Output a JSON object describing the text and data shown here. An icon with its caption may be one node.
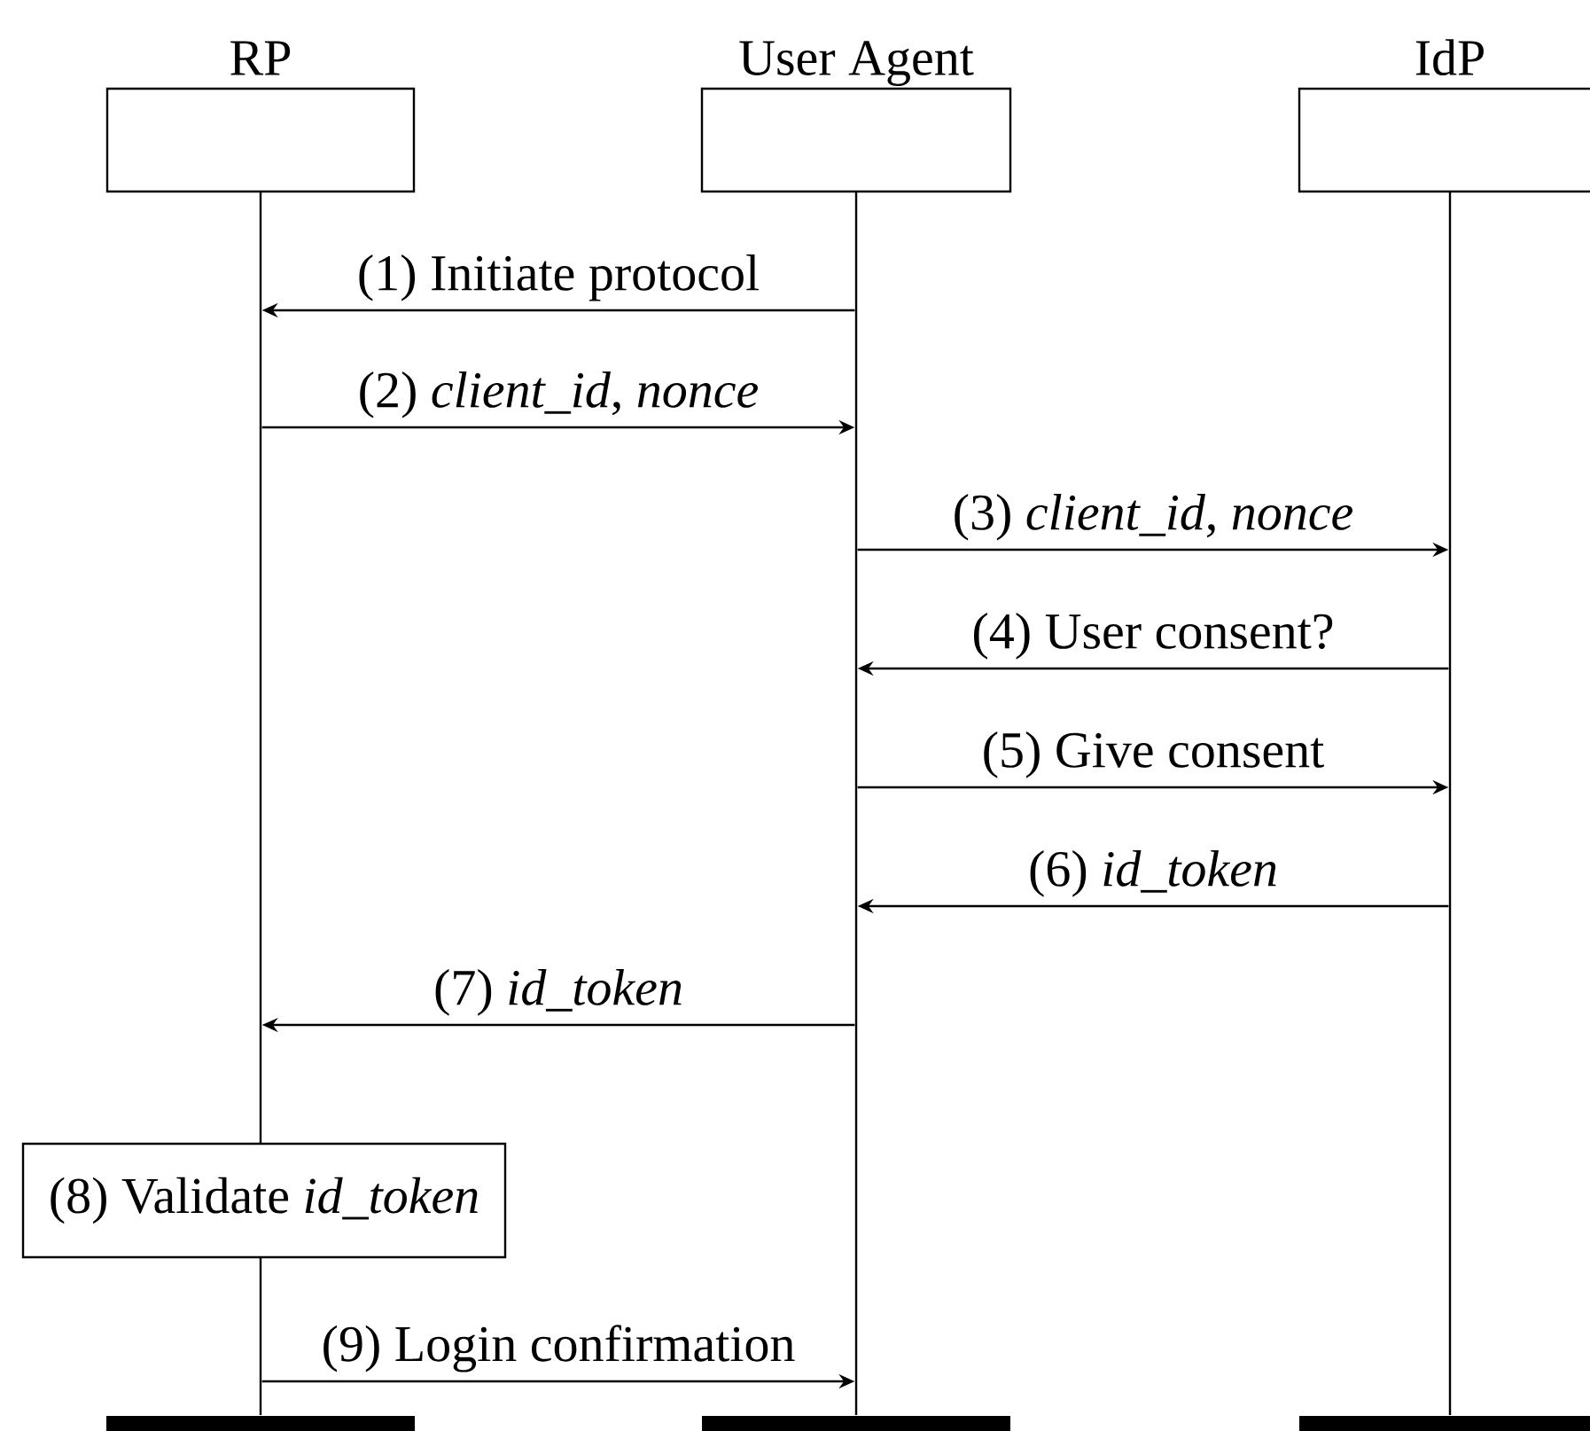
{
  "diagram": {
    "nodes": [
      {
        "text": [
          "RP"
        ]
      },
      {
        "text": [
          "User Agent"
        ]
      },
      {
        "text": [
          "IdP"
        ]
      },
      {
        "text": [],
        "shape": "line"
      },
      {
        "text": [],
        "shape": "line"
      },
      {
        "text": [],
        "shape": "line"
      },
      {
        "text": [
          "(8) Validate *id_token*"
        ]
      },
      {
        "text": [],
        "shape": "bar"
      },
      {
        "text": [],
        "shape": "bar"
      },
      {
        "text": [],
        "shape": "bar"
      }
    ],
    "edges": [
      {
        "from": 4,
        "to": 3,
        "arrow": "to",
        "label": "(1) Initiate protocol"
      },
      {
        "from": 3,
        "to": 4,
        "arrow": "to",
        "label": "(2) *client_id*, *nonce*"
      },
      {
        "from": 4,
        "to": 5,
        "arrow": "to",
        "label": "(3) *client_id*, *nonce*"
      },
      {
        "from": 5,
        "to": 4,
        "arrow": "to",
        "label": "(4) User consent?"
      },
      {
        "from": 4,
        "to": 5,
        "arrow": "to",
        "label": "(5) Give consent"
      },
      {
        "from": 5,
        "to": 4,
        "arrow": "to",
        "label": "(6) *id_token*"
      },
      {
        "from": 4,
        "to": 3,
        "arrow": "to",
        "label": "(7) *id_token*"
      },
      {
        "from": 3,
        "to": 4,
        "arrow": "to",
        "label": "(9) Login confirmation"
      }
    ]
  }
}
